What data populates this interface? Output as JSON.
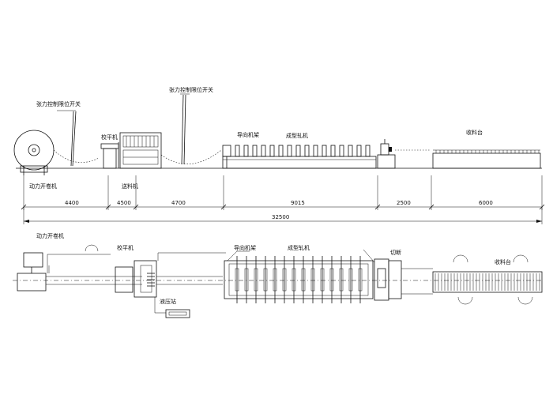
{
  "side_view": {
    "labels": {
      "tension_switch_1": "张力控制限位开关",
      "tension_switch_2": "张力控制限位开关",
      "leveler": "校平机",
      "feeder": "送料机",
      "guide_frame": "导向机架",
      "forming_mill": "成型轧机",
      "collect_table": "收料台",
      "powered_uncoiler": "动力开卷机"
    },
    "dimensions": [
      "4400",
      "4500",
      "4700",
      "9015",
      "2500",
      "6000"
    ],
    "total_length": "32500"
  },
  "plan_view": {
    "labels": {
      "powered_uncoiler": "动力开卷机",
      "leveler": "校平机",
      "guide_frame": "导向机架",
      "forming_mill": "成型轧机",
      "cutter": "切断",
      "collect_table": "收料台",
      "hydraulic_station": "液压站"
    }
  }
}
